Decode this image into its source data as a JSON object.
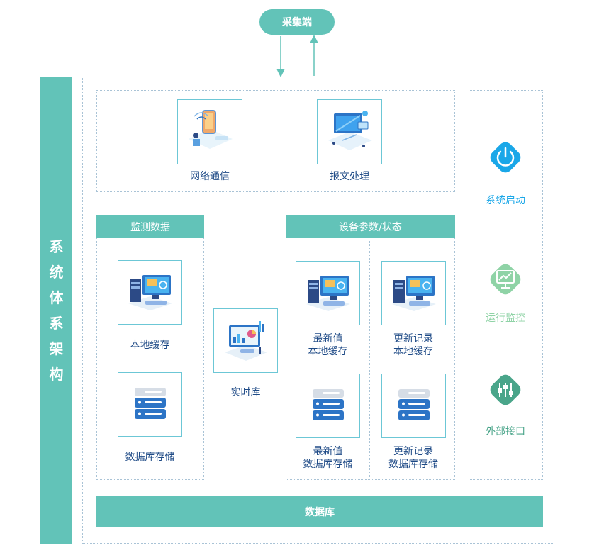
{
  "top_node": "采集端",
  "sidebar_chars": [
    "系",
    "统",
    "体",
    "系",
    "架",
    "构"
  ],
  "comm": {
    "network": "网络通信",
    "message": "报文处理"
  },
  "monitor": {
    "title": "监测数据",
    "local_cache": "本地缓存",
    "db_storage": "数据库存储"
  },
  "realtime": {
    "label": "实时库"
  },
  "device": {
    "title": "设备参数/状态",
    "latest_cache": [
      "最新值",
      "本地缓存"
    ],
    "update_cache": [
      "更新记录",
      "本地缓存"
    ],
    "latest_db": [
      "最新值",
      "数据库存储"
    ],
    "update_db": [
      "更新记录",
      "数据库存储"
    ]
  },
  "side_functions": [
    {
      "label": "系统启动",
      "color": "#1aa7e8",
      "icon": "power-icon"
    },
    {
      "label": "运行监控",
      "color": "#8fd3a6",
      "icon": "monitor-chart-icon"
    },
    {
      "label": "外部接口",
      "color": "#4aa58a",
      "icon": "sliders-icon"
    }
  ],
  "database": "数据库"
}
